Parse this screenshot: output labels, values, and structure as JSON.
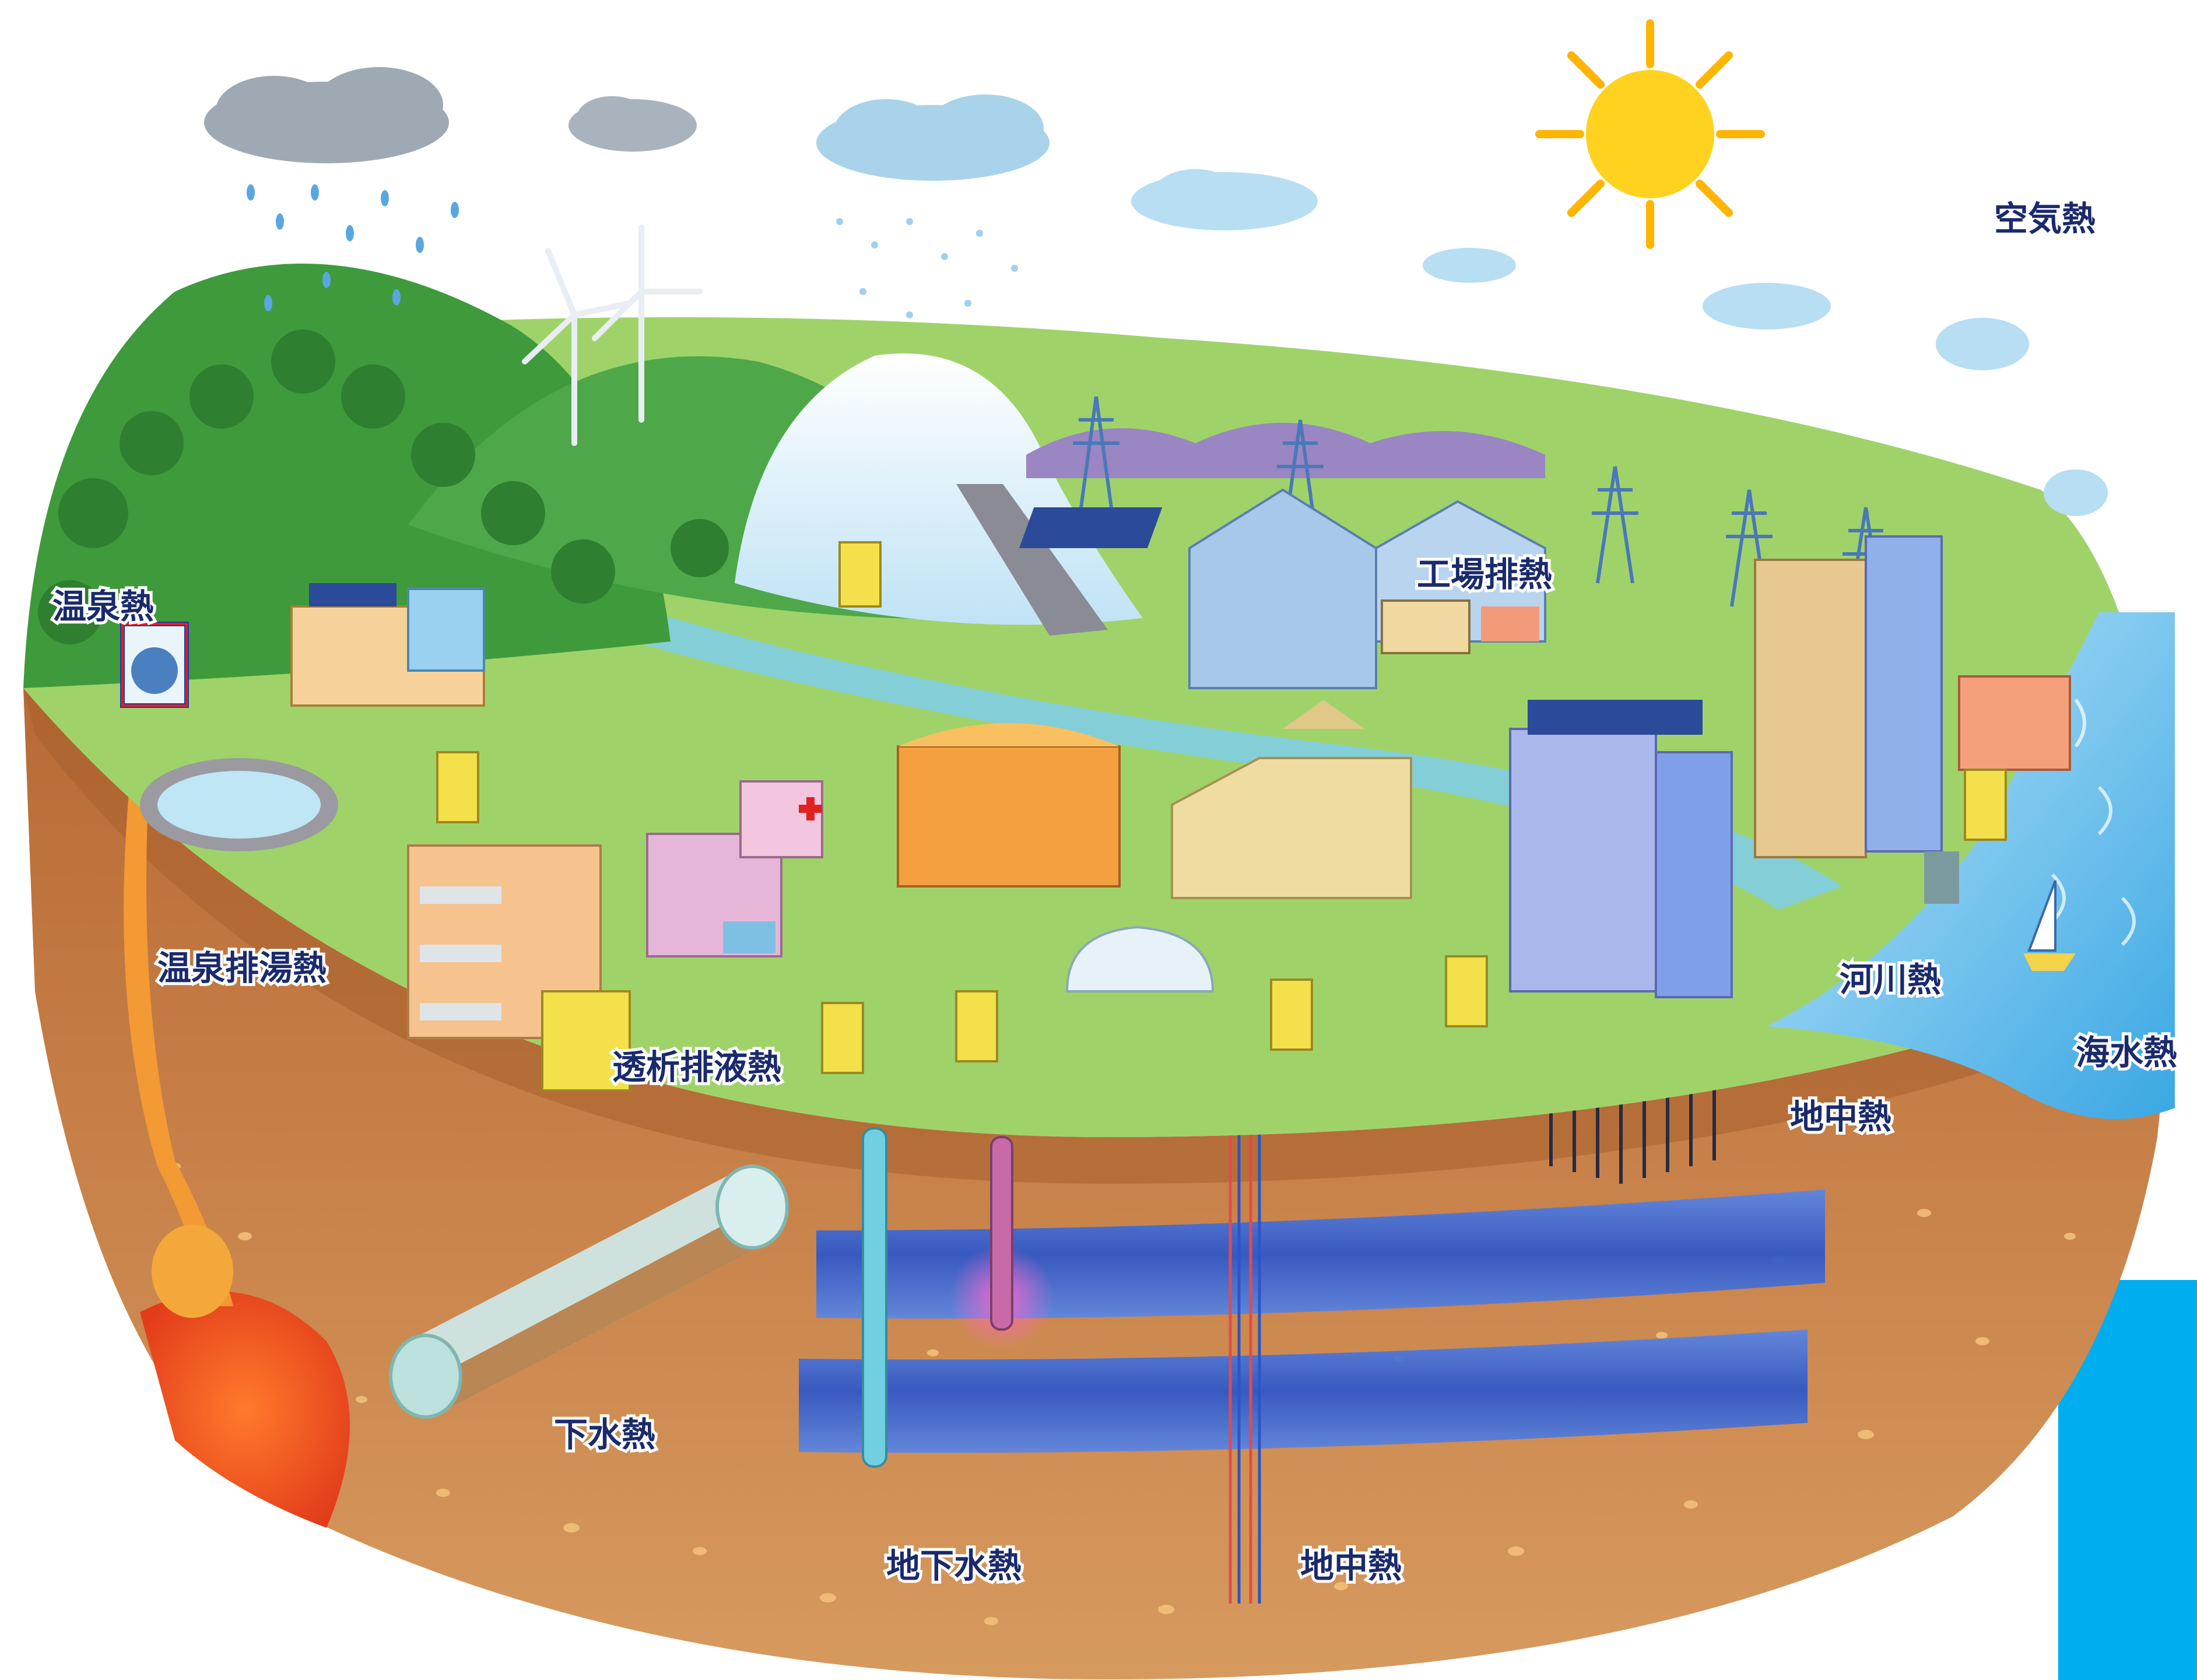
{
  "labels": {
    "air_heat": "空気熱",
    "hot_spring_heat": "温泉熱",
    "factory_waste_heat": "工場排熱",
    "hot_spring_drain_heat": "温泉排湯熱",
    "dialysis_drain_heat": "透析排液熱",
    "river_heat": "河川熱",
    "seawater_heat": "海水熱",
    "ground_heat_right": "地中熱",
    "sewage_heat": "下水熱",
    "groundwater_heat": "地下水熱",
    "ground_heat_bottom": "地中熱"
  },
  "colors": {
    "label_text": "#1a2a6c",
    "soil": "#c8824a",
    "soil_dark": "#a8602e",
    "grass": "#9fd36a",
    "forest": "#3f9a3c",
    "water": "#6fc3ea",
    "aquifer": "#2f5fd1",
    "magma": "#ef4e23",
    "sun": "#ffd21f",
    "side_bar": "#00aeef"
  },
  "icons": [
    "sun-icon",
    "cloud-icon",
    "wind-turbine-icon",
    "transmission-tower-icon",
    "heat-pump-icon",
    "solar-panel-icon",
    "sailboat-icon",
    "tree-icon"
  ]
}
